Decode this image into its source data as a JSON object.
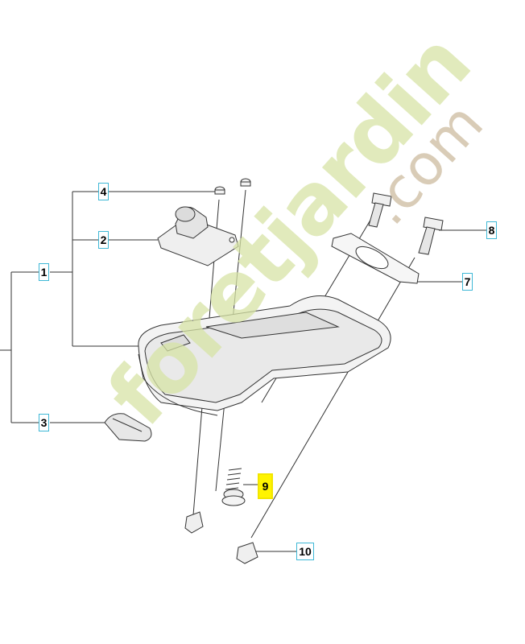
{
  "diagram": {
    "callouts": [
      {
        "id": "1",
        "label": "1"
      },
      {
        "id": "2",
        "label": "2"
      },
      {
        "id": "3",
        "label": "3"
      },
      {
        "id": "4",
        "label": "4"
      },
      {
        "id": "7",
        "label": "7"
      },
      {
        "id": "8",
        "label": "8"
      },
      {
        "id": "9",
        "label": "9",
        "selected": true
      },
      {
        "id": "10",
        "label": "10"
      }
    ],
    "watermark": {
      "brand": "foretjardin",
      "suffix": ".com"
    },
    "colors": {
      "callout_border": "#3fb8d6",
      "callout_selected": "#fff400",
      "line": "#333333",
      "watermark_green": "#d7e4a6",
      "watermark_brown": "#cdbb9f"
    }
  }
}
